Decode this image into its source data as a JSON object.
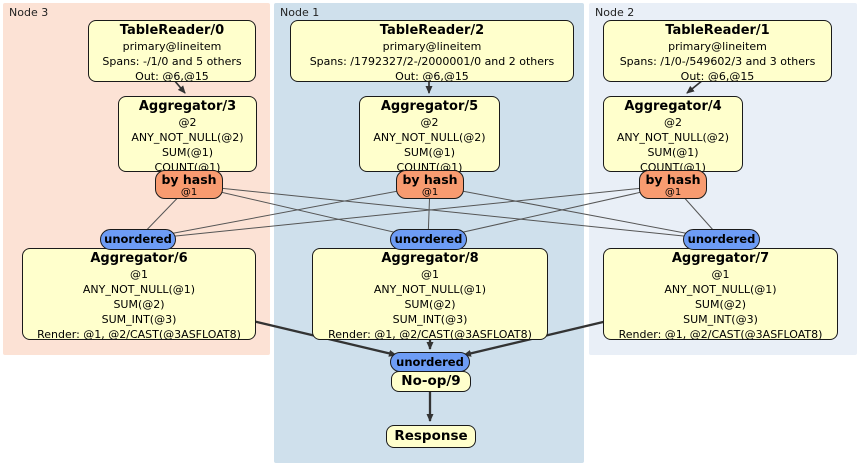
{
  "colors": {
    "region-node3": "#fce2d5",
    "region-node1": "#cfe0ec",
    "region-node2": "#e9eff7",
    "box-fill": "#ffffcc",
    "box-border": "#1a1a1a",
    "router-fill": "#f89b70",
    "sync-fill": "#6d9cf5",
    "edge-thin": "#555555",
    "edge-thick": "#333333"
  },
  "regions": {
    "node3": {
      "label": "Node 3"
    },
    "node1": {
      "label": "Node 1"
    },
    "node2": {
      "label": "Node 2"
    }
  },
  "node3": {
    "table_reader": {
      "title": "TableReader/0",
      "index": "primary@lineitem",
      "spans": "Spans: -/1/0 and 5 others",
      "out": "Out: @6,@15"
    },
    "agg_top": {
      "title": "Aggregator/3",
      "rows": [
        "@2",
        "ANY_NOT_NULL(@2)",
        "SUM(@1)",
        "COUNT(@1)"
      ]
    },
    "router": {
      "label": "by hash",
      "key": "@1"
    },
    "sync": {
      "label": "unordered"
    },
    "agg_bottom": {
      "title": "Aggregator/6",
      "rows": [
        "@1",
        "ANY_NOT_NULL(@1)",
        "SUM(@2)",
        "SUM_INT(@3)",
        "Render: @1, @2/CAST(@3ASFLOAT8)"
      ]
    }
  },
  "node1": {
    "table_reader": {
      "title": "TableReader/2",
      "index": "primary@lineitem",
      "spans": "Spans: /1792327/2-/2000001/0 and 2 others",
      "out": "Out: @6,@15"
    },
    "agg_top": {
      "title": "Aggregator/5",
      "rows": [
        "@2",
        "ANY_NOT_NULL(@2)",
        "SUM(@1)",
        "COUNT(@1)"
      ]
    },
    "router": {
      "label": "by hash",
      "key": "@1"
    },
    "sync": {
      "label": "unordered"
    },
    "agg_bottom": {
      "title": "Aggregator/8",
      "rows": [
        "@1",
        "ANY_NOT_NULL(@1)",
        "SUM(@2)",
        "SUM_INT(@3)",
        "Render: @1, @2/CAST(@3ASFLOAT8)"
      ]
    }
  },
  "node2": {
    "table_reader": {
      "title": "TableReader/1",
      "index": "primary@lineitem",
      "spans": "Spans: /1/0-/549602/3 and 3 others",
      "out": "Out: @6,@15"
    },
    "agg_top": {
      "title": "Aggregator/4",
      "rows": [
        "@2",
        "ANY_NOT_NULL(@2)",
        "SUM(@1)",
        "COUNT(@1)"
      ]
    },
    "router": {
      "label": "by hash",
      "key": "@1"
    },
    "sync": {
      "label": "unordered"
    },
    "agg_bottom": {
      "title": "Aggregator/7",
      "rows": [
        "@1",
        "ANY_NOT_NULL(@1)",
        "SUM(@2)",
        "SUM_INT(@3)",
        "Render: @1, @2/CAST(@3ASFLOAT8)"
      ]
    }
  },
  "final": {
    "sync": {
      "label": "unordered"
    },
    "noop": {
      "title": "No-op/9"
    },
    "response": {
      "title": "Response"
    }
  }
}
